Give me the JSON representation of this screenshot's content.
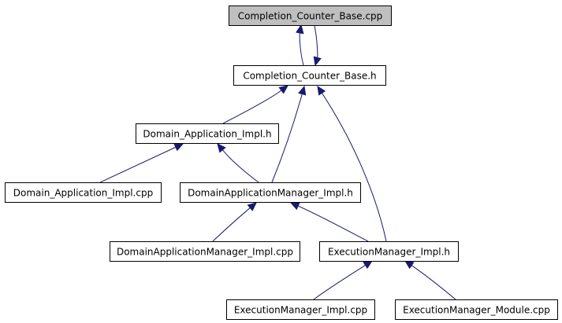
{
  "diagram": {
    "nodes": [
      {
        "id": "n0",
        "label": "Completion_Counter_Base.cpp",
        "highlighted": true
      },
      {
        "id": "n1",
        "label": "Completion_Counter_Base.h"
      },
      {
        "id": "n2",
        "label": "Domain_Application_Impl.h"
      },
      {
        "id": "n3",
        "label": "Domain_Application_Impl.cpp"
      },
      {
        "id": "n4",
        "label": "DomainApplicationManager_Impl.h"
      },
      {
        "id": "n5",
        "label": "DomainApplicationManager_Impl.cpp"
      },
      {
        "id": "n6",
        "label": "ExecutionManager_Impl.h"
      },
      {
        "id": "n7",
        "label": "ExecutionManager_Impl.cpp"
      },
      {
        "id": "n8",
        "label": "ExecutionManager_Module.cpp"
      }
    ],
    "edges": [
      {
        "from": "n1",
        "to": "n0"
      },
      {
        "from": "n0",
        "to": "n1"
      },
      {
        "from": "n2",
        "to": "n1"
      },
      {
        "from": "n4",
        "to": "n1"
      },
      {
        "from": "n6",
        "to": "n1"
      },
      {
        "from": "n3",
        "to": "n2"
      },
      {
        "from": "n4",
        "to": "n2"
      },
      {
        "from": "n5",
        "to": "n4"
      },
      {
        "from": "n6",
        "to": "n4"
      },
      {
        "from": "n7",
        "to": "n6"
      },
      {
        "from": "n8",
        "to": "n6"
      }
    ],
    "colors": {
      "edge": "#191970",
      "highlight_fill": "#bfbfbf",
      "node_fill": "#ffffff",
      "node_border": "#000000"
    }
  }
}
